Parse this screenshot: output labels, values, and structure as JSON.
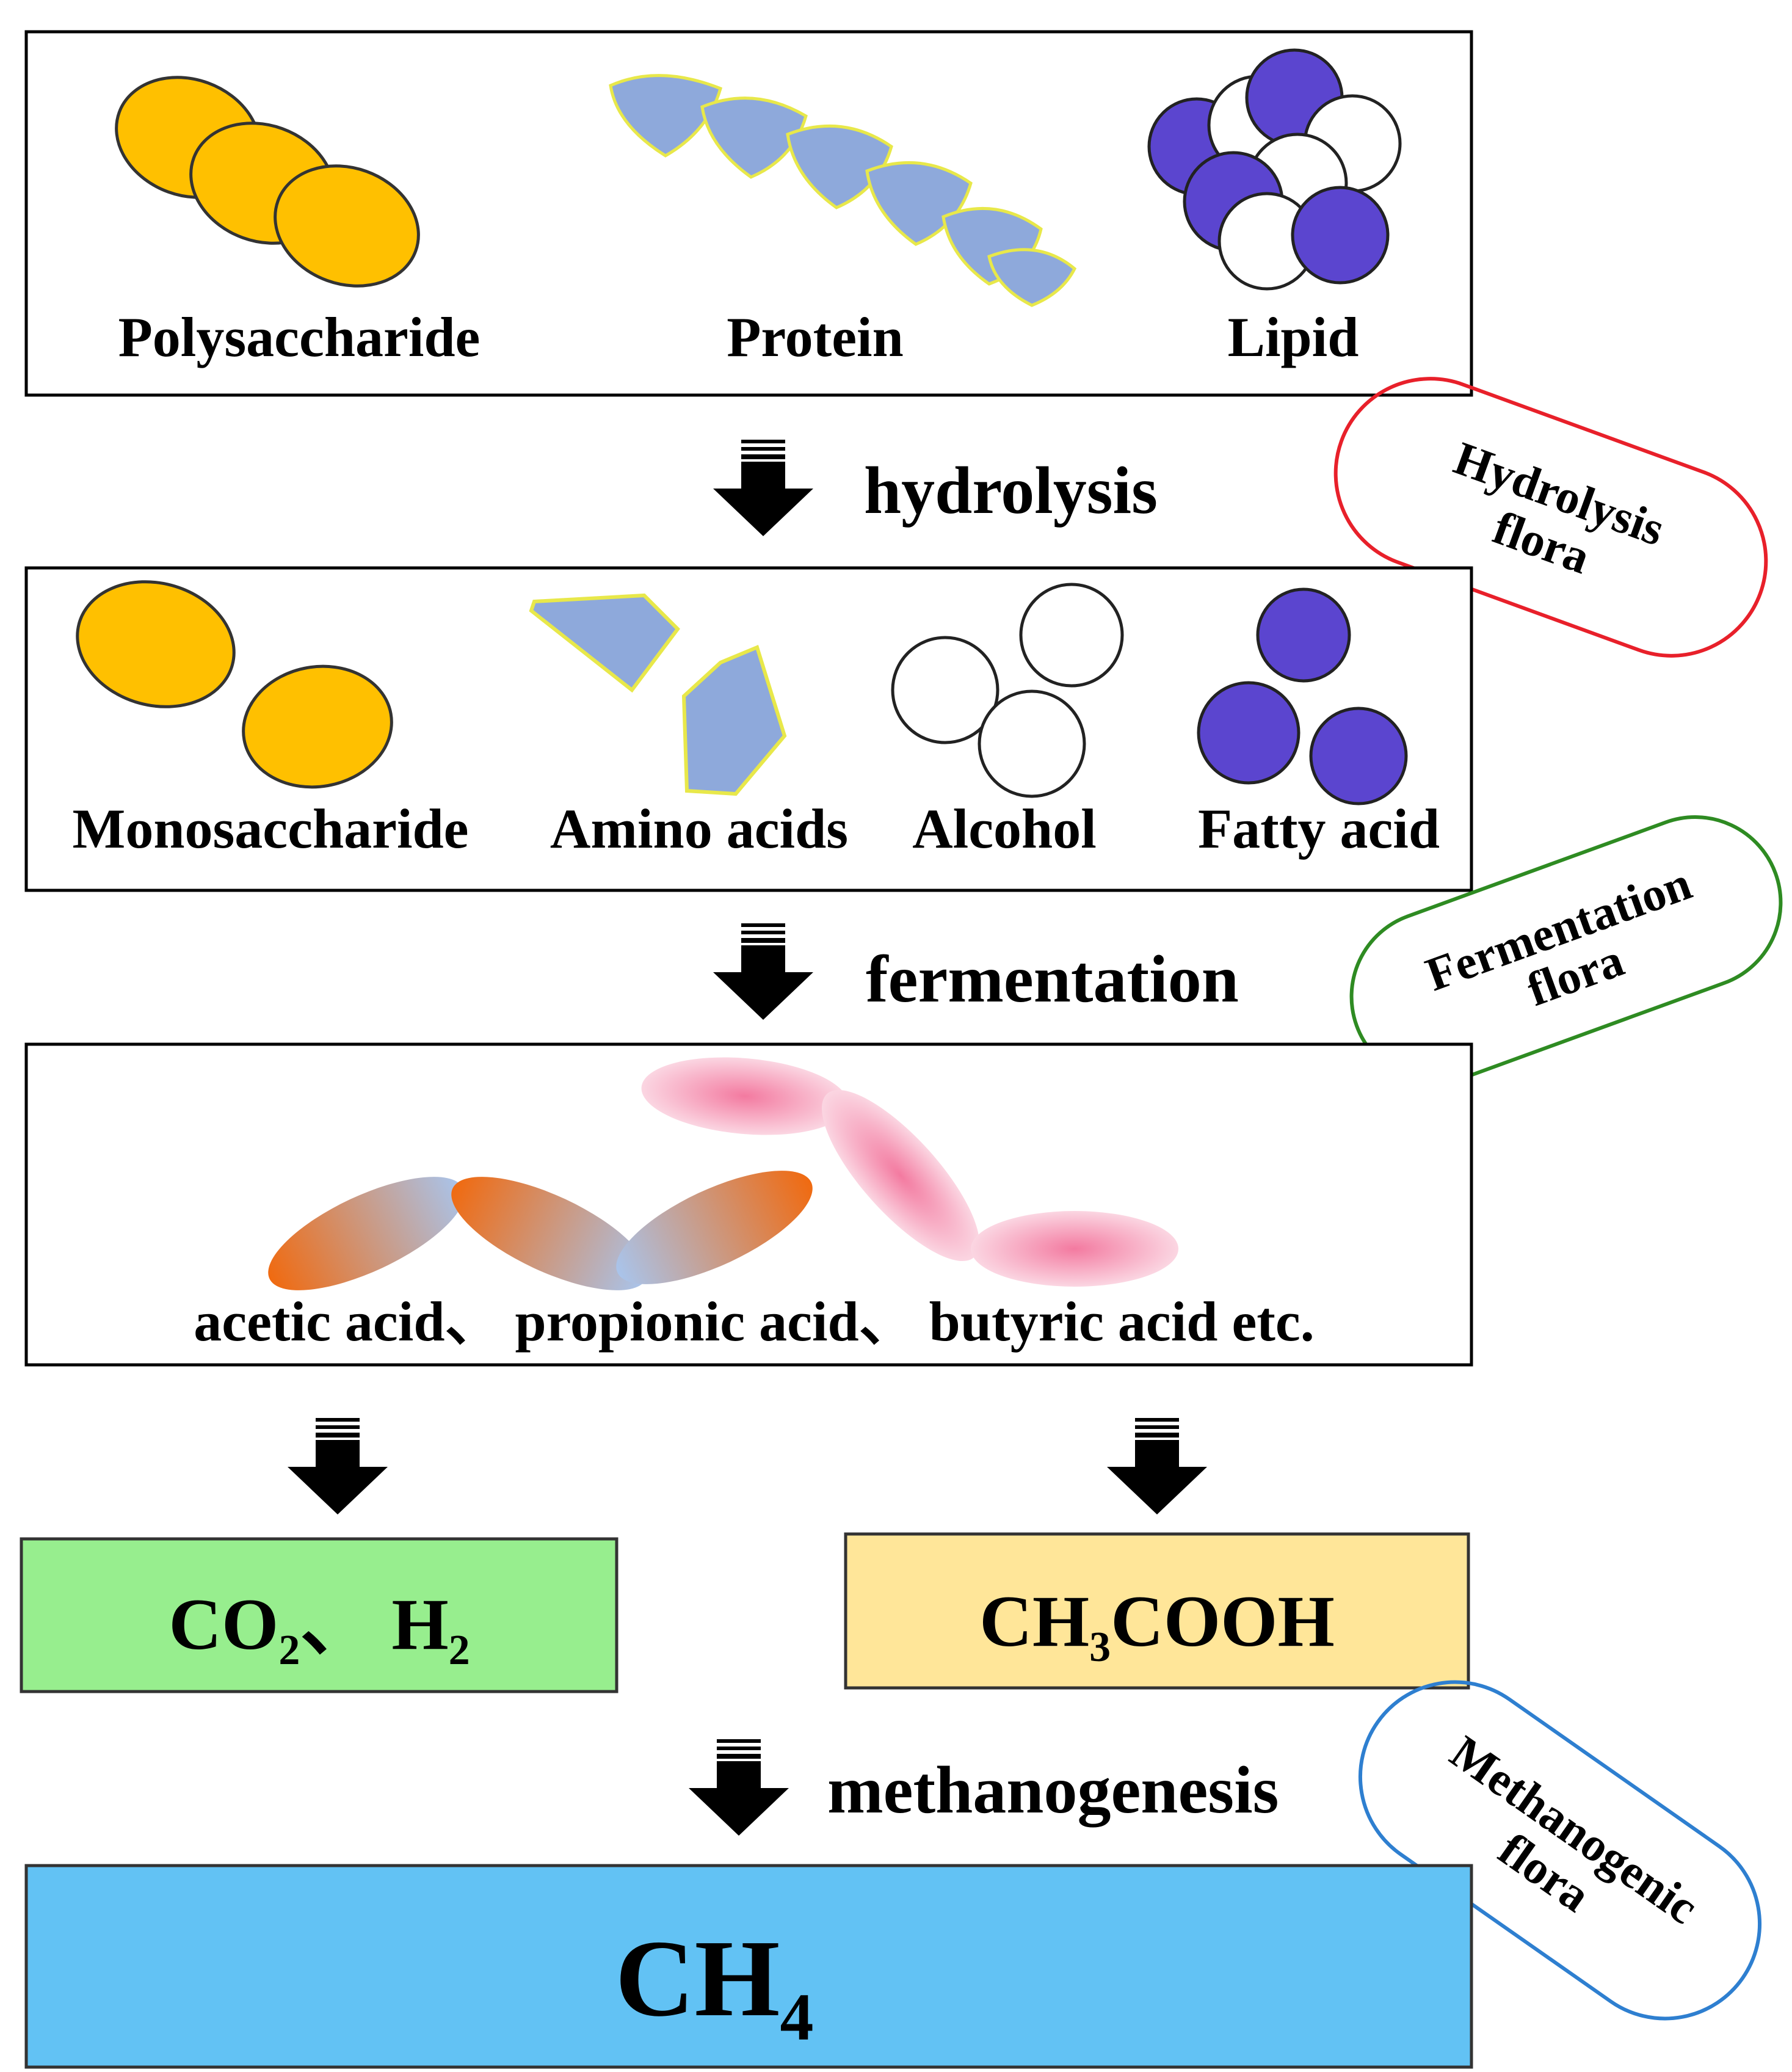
{
  "stage1": {
    "labels": [
      "Polysaccharide",
      "Protein",
      "Lipid"
    ]
  },
  "steps": {
    "hydrolysis": "hydrolysis",
    "fermentation": "fermentation",
    "methanogenesis": "methanogenesis"
  },
  "stage2": {
    "labels": [
      "Monosaccharide",
      "Amino acids",
      "Alcohol",
      "Fatty acid"
    ]
  },
  "stage3": {
    "label": "acetic acid、 propionic acid、 butyric acid etc."
  },
  "products": {
    "left": {
      "main": "CO",
      "sub1": "2",
      "sep": "、 H",
      "sub2": "2"
    },
    "right": {
      "pre": "CH",
      "sub": "3",
      "post": "COOH"
    }
  },
  "final": {
    "main": "CH",
    "sub": "4"
  },
  "flora": {
    "hydrolysis": [
      "Hydrolysis",
      "flora"
    ],
    "fermentation": [
      "Fermentation",
      "flora"
    ],
    "methanogenic": [
      "Methanogenic",
      "flora"
    ]
  },
  "colors": {
    "polysaccharide": "#FFC000",
    "protein": "#8EA9DB",
    "protein_outline": "#E8E84A",
    "lipid_purple": "#5B45CF",
    "pink": "#F48FB1",
    "orange": "#F07D22",
    "light_blue": "#A9C4EB",
    "co2_box": "#97EE8E",
    "acetate_box": "#FFE699",
    "ch4_box": "#62C2F4",
    "hydrolysis_flora": "#E8202A",
    "fermentation_flora": "#2E8B22",
    "methanogenic_flora": "#2E7FD0"
  }
}
